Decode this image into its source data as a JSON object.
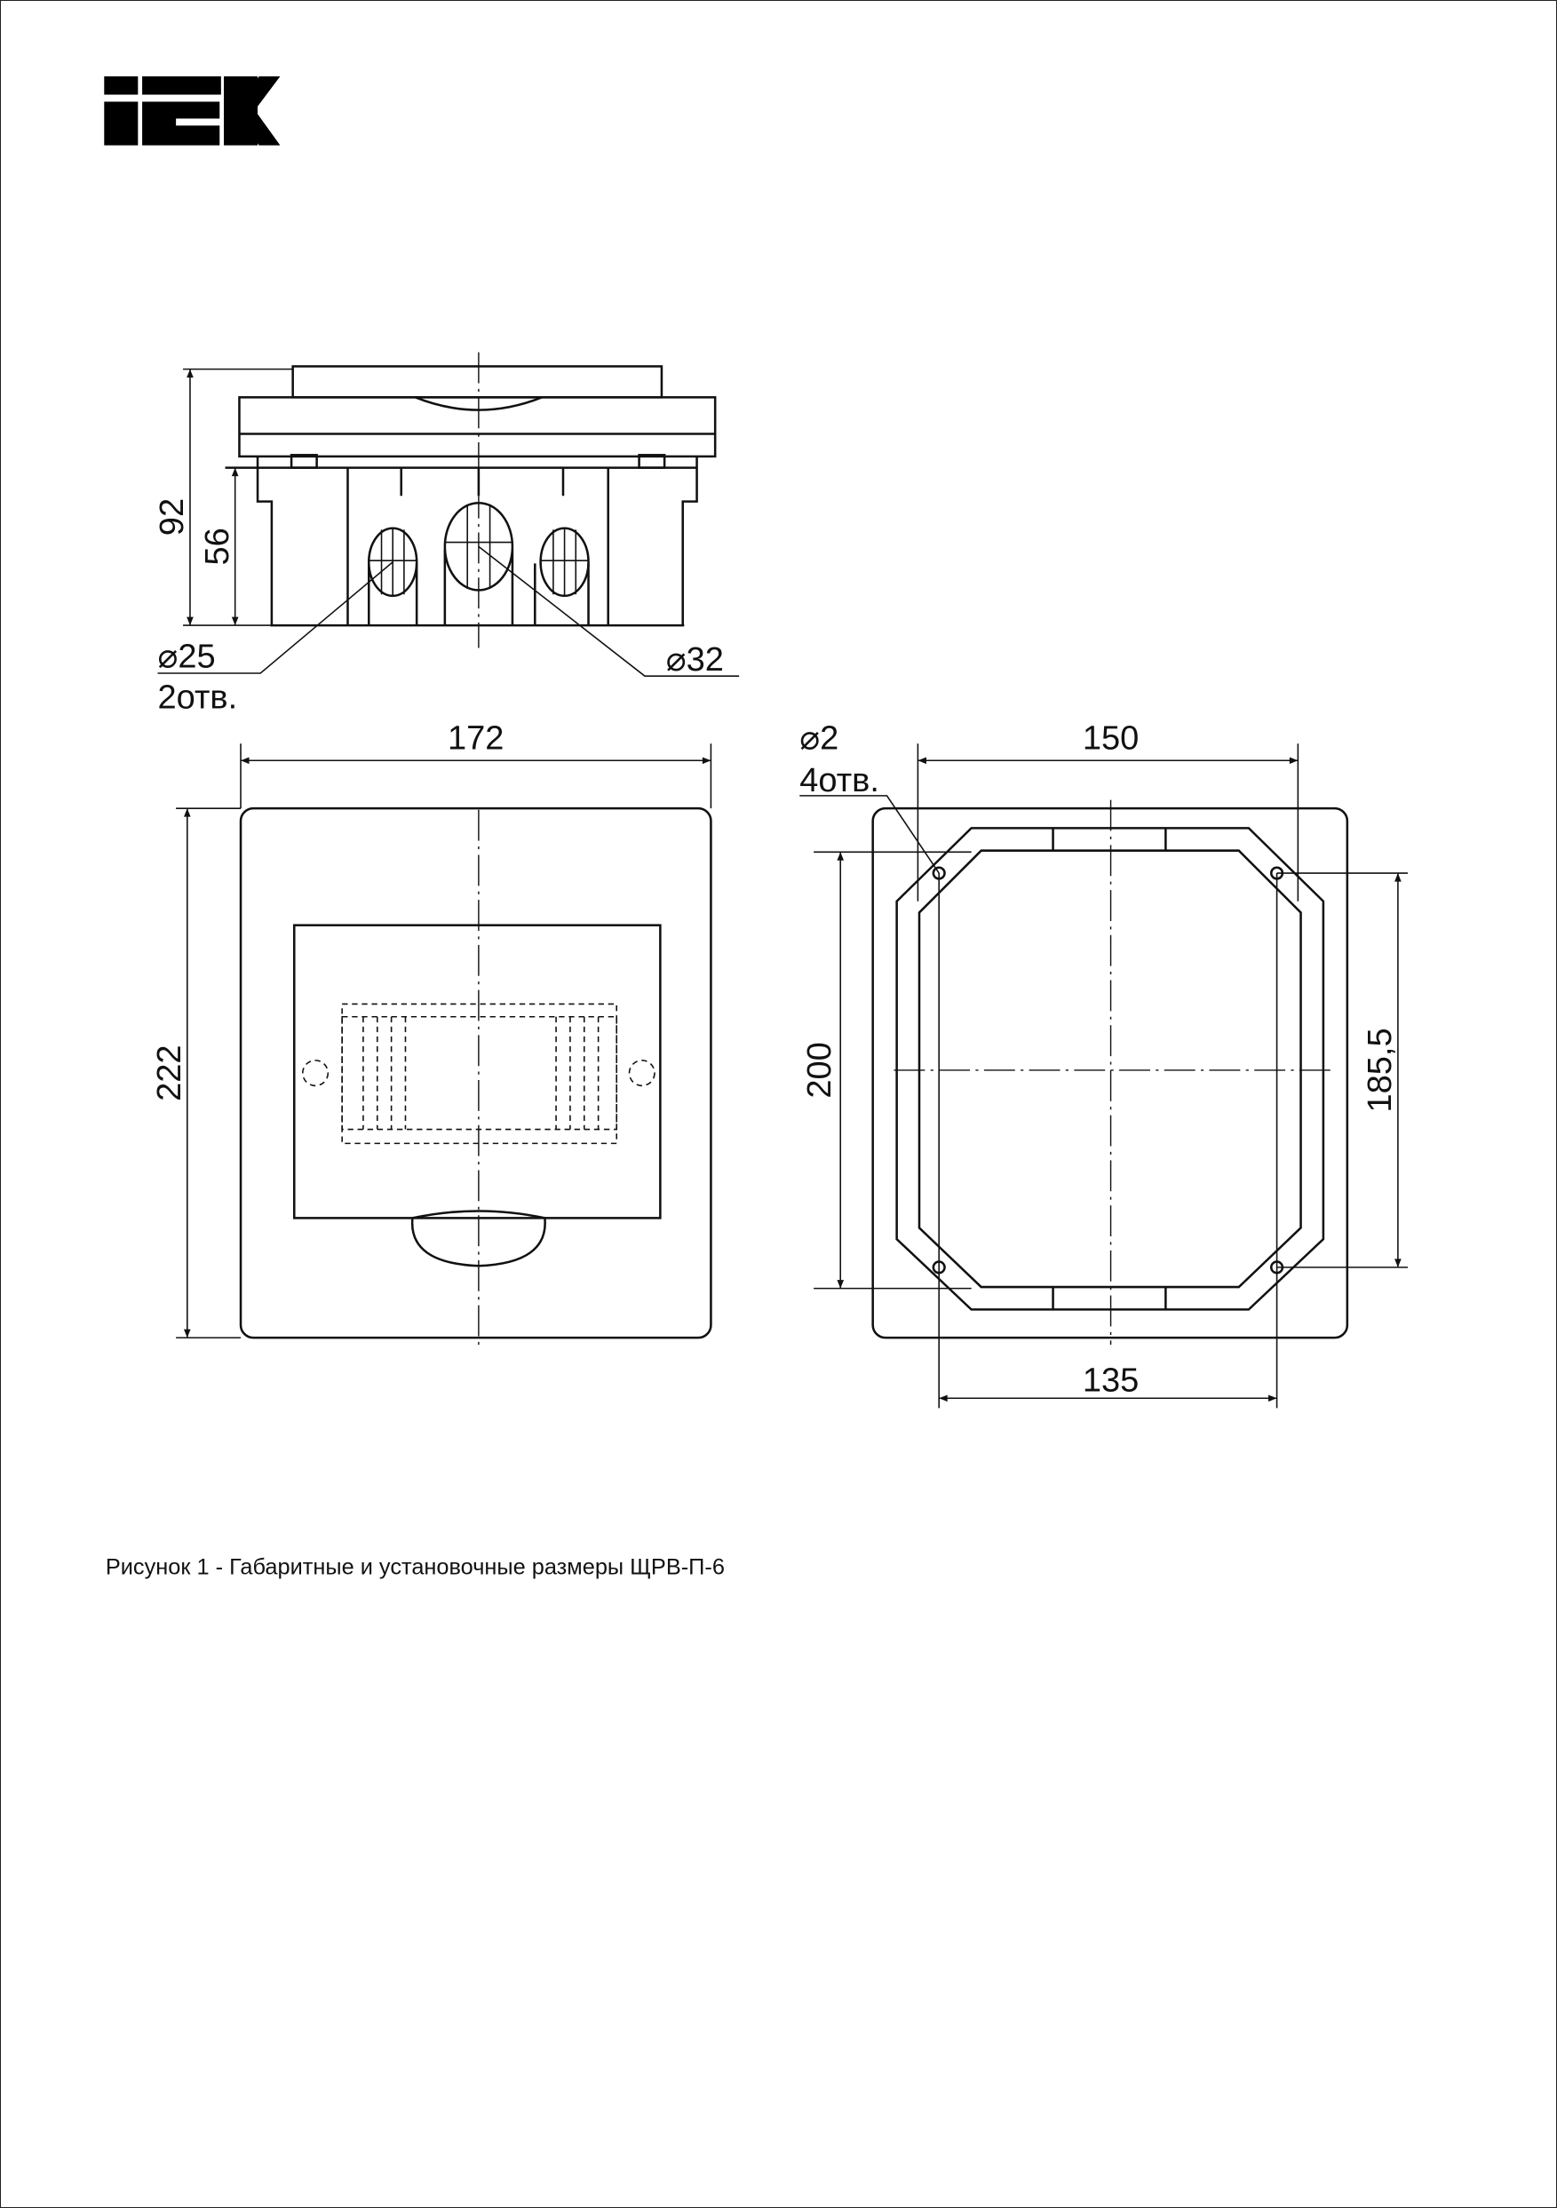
{
  "logo": {
    "text": "IEK",
    "color": "#000000"
  },
  "side_view": {
    "height_total": "92",
    "height_body": "56",
    "hole_small": "⌀25",
    "hole_small_count": "2отв.",
    "hole_large": "⌀32"
  },
  "front_view": {
    "width": "172",
    "height": "222"
  },
  "mount_view": {
    "hole_diameter": "⌀2",
    "hole_count": "4отв.",
    "width_top": "150",
    "width_bottom": "135",
    "height_left": "200",
    "height_right": "185,5"
  },
  "caption": "Рисунок 1 - Габаритные и установочные размеры ЩРВ-П-6"
}
